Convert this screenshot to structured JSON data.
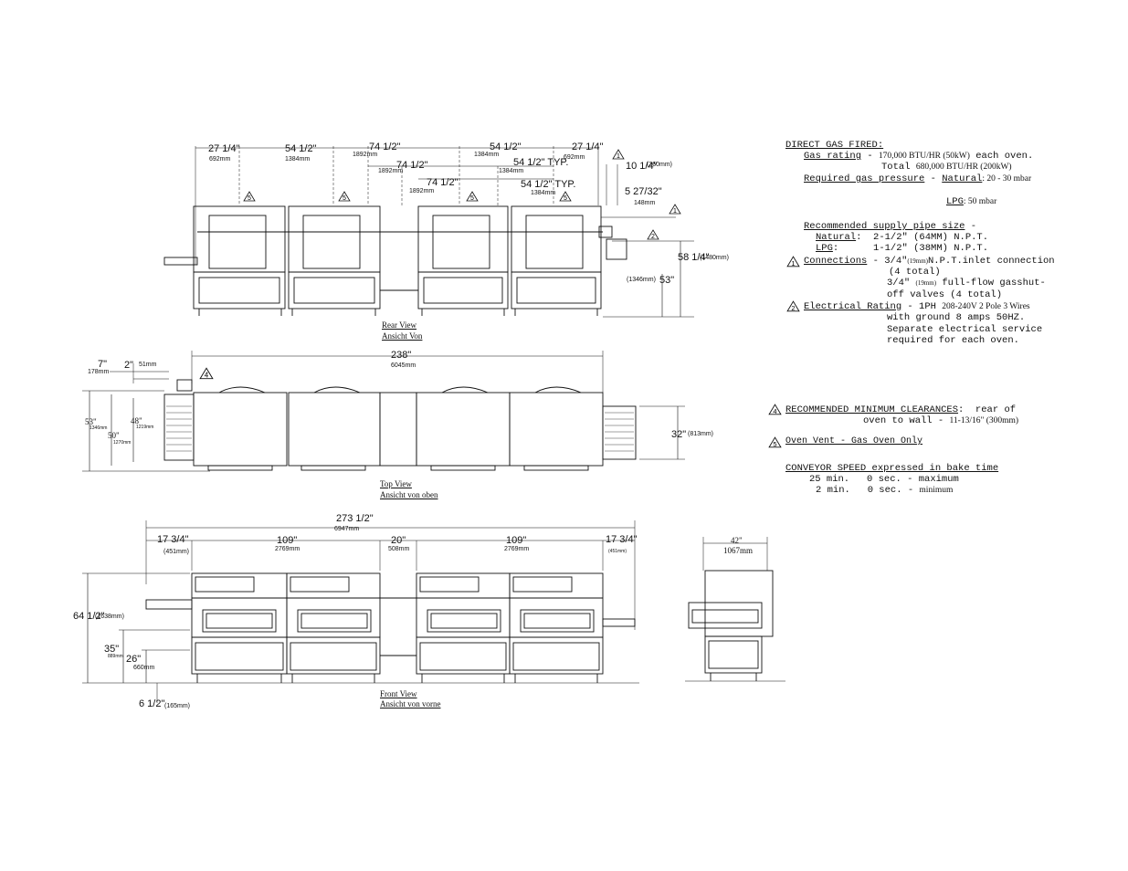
{
  "rear_view": {
    "caption": "Rear View",
    "caption_de": "Ansicht Von",
    "dims": {
      "d1": "27 1/4\"",
      "d1_mm": "692mm",
      "d2": "54 1/2\"",
      "d2_mm": "1384mm",
      "d3": "74 1/2\"",
      "d3_mm": "1892mm",
      "d4": "54 1/2\"",
      "d4_mm": "1384mm",
      "d5": "27 1/4\"",
      "d5_mm": "692mm",
      "d6": "74 1/2\"",
      "d6_mm": "1892mm",
      "d7": "54 1/2\" TYP.",
      "d7_mm": "1384mm",
      "d8": "74 1/2\"",
      "d8_mm": "1892mm",
      "d9": "54 1/2\" TYP.",
      "d9_mm": "1384mm",
      "d10": "10 1/4\"",
      "d10_mm": "(260mm)",
      "d11": "5 27/32\"",
      "d11_mm": "148mm",
      "d12": "58 1/4\"",
      "d12_mm": "(1480mm)",
      "d13": "53\"",
      "d13_mm": "(1346mm)"
    }
  },
  "top_view": {
    "caption": "Top View",
    "caption_de": "Ansicht von oben",
    "dims": {
      "overall": "238\"",
      "overall_mm": "6045mm",
      "left1": "7\"",
      "left1_mm": "178mm",
      "left2": "2\"",
      "left2_mm": "51mm",
      "h1": "53\"",
      "h1_mm": "1346mm",
      "h2": "50\"",
      "h2_mm": "1270mm",
      "h3": "48\"",
      "h3_mm": "1219mm",
      "right": "32\"",
      "right_mm": "(813mm)"
    }
  },
  "front_view": {
    "caption": "Front View",
    "caption_de": "Ansicht von vorne",
    "dims": {
      "overall": "273 1/2\"",
      "overall_mm": "6947mm",
      "a": "17 3/4\"",
      "a_mm": "(451mm)",
      "b": "109\"",
      "b_mm": "2769mm",
      "c": "20\"",
      "c_mm": "508mm",
      "d": "109\"",
      "d_mm": "2769mm",
      "e": "17 3/4\"",
      "e_mm": "(451mm)",
      "h1": "64 1/2\"",
      "h1_mm": "(1638mm)",
      "h2": "35\"",
      "h2_mm": "889mm",
      "h3": "26\"",
      "h3_mm": "660mm",
      "h4": "6 1/2\"",
      "h4_mm": "(165mm)"
    }
  },
  "side_view": {
    "dim": "42\"",
    "dim_mm": "1067mm"
  },
  "specs": {
    "heading": "DIRECT GAS FIRED:",
    "gas_rating_label": "Gas rating",
    "gas_rating_dash": " - ",
    "gas_rating_value": "170,000 BTU/HR (50kW)",
    "gas_rating_tail": " each oven.",
    "total_label": "Total",
    "total_value": "680,000 BTU/HR (200kW)",
    "req_pressure_label": "Required gas pressure",
    "req_pressure_dash": " - ",
    "natural_label": "Natural",
    "natural_value": ": 20 - 30 mbar",
    "lpg_label": "LPG",
    "lpg_value": ": 50 mbar",
    "pipe_heading": "Recommended supply pipe size",
    "pipe_dash": " -",
    "pipe_natural_label": "Natural",
    "pipe_natural_value": ":  2-1/2\" (64MM) N.P.T.",
    "pipe_lpg_label": "LPG",
    "pipe_lpg_value": ":      1-1/2\" (38MM) N.P.T.",
    "connections_label": "Connections",
    "connections_l1a": " - 3/4\"",
    "connections_l1b": "(19mm)",
    "connections_l1c": "N.P.T.inlet connection",
    "connections_l2": "(4 total)",
    "connections_l3a": "3/4\" ",
    "connections_l3b": "(19mm)",
    "connections_l3c": " full-flow gasshut-",
    "connections_l4": "off valves (4 total)",
    "electrical_label": "Electrical Rating",
    "electrical_l1a": " - 1PH ",
    "electrical_l1b": "208-240V 2 Pole 3 Wires",
    "electrical_l2": "with ground 8 amps 50HZ.",
    "electrical_l3": "Separate electrical service",
    "electrical_l4": "required for each oven.",
    "clearance_label": "RECOMMENDED MINIMUM CLEARANCES",
    "clearance_tail": ":  rear of",
    "clearance_l2a": "oven to wall - ",
    "clearance_l2b": "11-13/16\" (300mm)",
    "vent_text": "Oven Vent - Gas Oven Only",
    "conveyor_heading": "CONVEYOR SPEED expressed in bake time",
    "conveyor_max": "25 min.   0 sec. - maximum",
    "conveyor_min_a": "2 min.   0 sec. - ",
    "conveyor_min_b": "minimum"
  },
  "symbols": {
    "triangle_1": "1",
    "triangle_2": "2",
    "triangle_4": "4",
    "triangle_5": "5"
  }
}
